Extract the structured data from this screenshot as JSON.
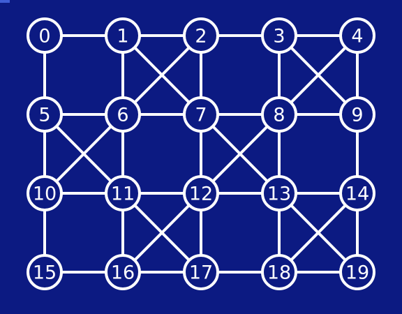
{
  "colors": {
    "background": "#0c1a82",
    "stroke": "#ffffff",
    "node_fill": "#0c1a82"
  },
  "graph": {
    "rows": 4,
    "cols": 5,
    "nodes": [
      "0",
      "1",
      "2",
      "3",
      "4",
      "5",
      "6",
      "7",
      "8",
      "9",
      "10",
      "11",
      "12",
      "13",
      "14",
      "15",
      "16",
      "17",
      "18",
      "19"
    ],
    "edges": [
      [
        0,
        1
      ],
      [
        1,
        2
      ],
      [
        2,
        3
      ],
      [
        3,
        4
      ],
      [
        5,
        6
      ],
      [
        6,
        7
      ],
      [
        7,
        8
      ],
      [
        8,
        9
      ],
      [
        10,
        11
      ],
      [
        11,
        12
      ],
      [
        12,
        13
      ],
      [
        13,
        14
      ],
      [
        15,
        16
      ],
      [
        16,
        17
      ],
      [
        17,
        18
      ],
      [
        18,
        19
      ],
      [
        0,
        5
      ],
      [
        1,
        6
      ],
      [
        2,
        7
      ],
      [
        3,
        8
      ],
      [
        4,
        9
      ],
      [
        5,
        10
      ],
      [
        6,
        11
      ],
      [
        7,
        12
      ],
      [
        8,
        13
      ],
      [
        9,
        14
      ],
      [
        10,
        15
      ],
      [
        11,
        16
      ],
      [
        12,
        17
      ],
      [
        13,
        18
      ],
      [
        14,
        19
      ],
      [
        1,
        7
      ],
      [
        2,
        6
      ],
      [
        3,
        9
      ],
      [
        4,
        8
      ],
      [
        5,
        11
      ],
      [
        6,
        10
      ],
      [
        7,
        13
      ],
      [
        8,
        12
      ],
      [
        11,
        17
      ],
      [
        12,
        16
      ],
      [
        13,
        19
      ],
      [
        14,
        18
      ]
    ]
  }
}
